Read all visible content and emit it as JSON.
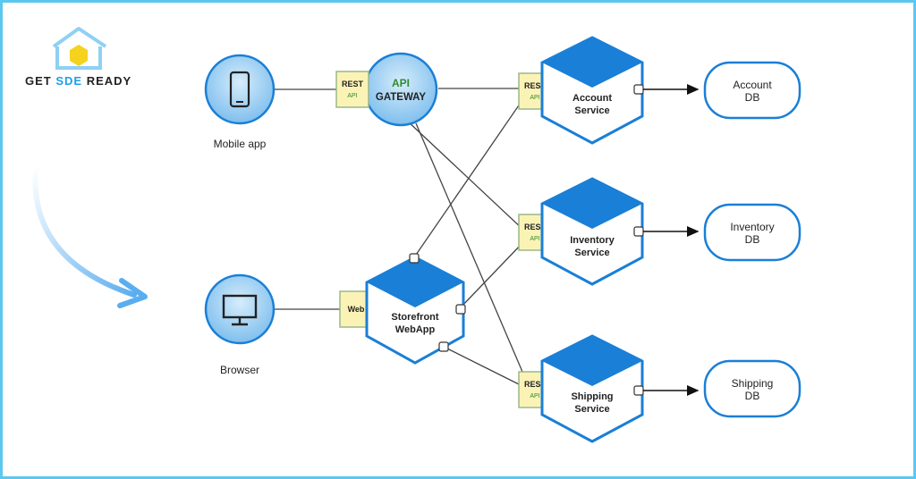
{
  "brand": {
    "word1": "GET ",
    "word2": "SDE",
    "word3": " READY",
    "accent": "#1e9ee8"
  },
  "clients": {
    "mobile": {
      "label": "Mobile app"
    },
    "browser": {
      "label": "Browser"
    }
  },
  "gateway": {
    "line1": "API",
    "line2": "GATEWAY"
  },
  "badges": {
    "gateway": {
      "top": "REST",
      "bottom": "API"
    },
    "account": {
      "top": "REST",
      "bottom": "API"
    },
    "inventory": {
      "top": "REST",
      "bottom": "API"
    },
    "shipping": {
      "top": "REST",
      "bottom": "API"
    },
    "web": {
      "top": "Web"
    }
  },
  "services": {
    "account": {
      "line1": "Account",
      "line2": "Service"
    },
    "inventory": {
      "line1": "Inventory",
      "line2": "Service"
    },
    "shipping": {
      "line1": "Shipping",
      "line2": "Service"
    },
    "storefront": {
      "line1": "Storefront",
      "line2": "WebApp"
    }
  },
  "databases": {
    "account": {
      "line1": "Account",
      "line2": "DB"
    },
    "inventory": {
      "line1": "Inventory",
      "line2": "DB"
    },
    "shipping": {
      "line1": "Shipping",
      "line2": "DB"
    }
  },
  "colors": {
    "blue": "#1a7fd6",
    "circleFill": "#8ec7ef",
    "badgeFill": "#fbf3b5",
    "arrow": "#5aaef0"
  }
}
